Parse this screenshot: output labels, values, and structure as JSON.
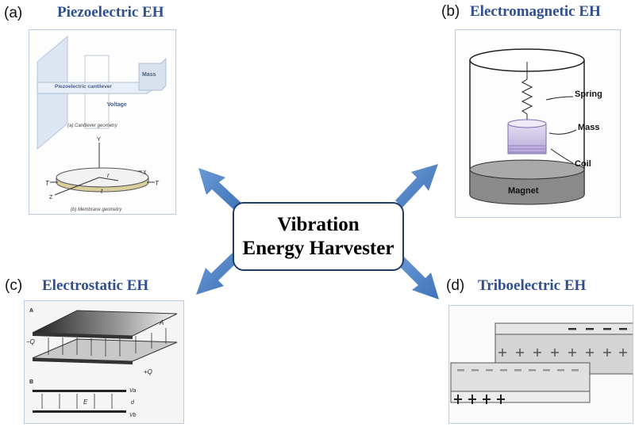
{
  "center": {
    "line1": "Vibration",
    "line2": "Energy Harvester"
  },
  "panels": {
    "a": {
      "letter": "(a)",
      "heading": "Piezoelectric EH",
      "mass_label": "Mass",
      "cantilever_label": "Piezoelectric cantilever",
      "voltage_label": "Voltage",
      "cantilever_caption": "(a) Cantilever geometry",
      "membrane_caption": "(b) Membrane geometry",
      "axis_y": "Y",
      "axis_x": "X",
      "axis_z": "Z",
      "label_r": "r",
      "label_t": "t",
      "label_T_left": "T",
      "label_T_right": "T"
    },
    "b": {
      "letter": "(b)",
      "heading": "Electromagnetic EH",
      "spring_label": "Spring",
      "mass_label": "Mass",
      "coil_label": "Coil",
      "magnet_label": "Magnet"
    },
    "c": {
      "letter": "(c)",
      "heading": "Electrostatic EH",
      "label_A_top": "A",
      "label_A_plate": "A",
      "label_neg_q": "−Q",
      "label_pos_q": "+Q",
      "label_B": "B",
      "label_va": "Va",
      "label_d": "d",
      "label_vb": "Vb",
      "label_e": "E"
    },
    "d": {
      "letter": "(d)",
      "heading": "Triboelectric EH"
    }
  }
}
